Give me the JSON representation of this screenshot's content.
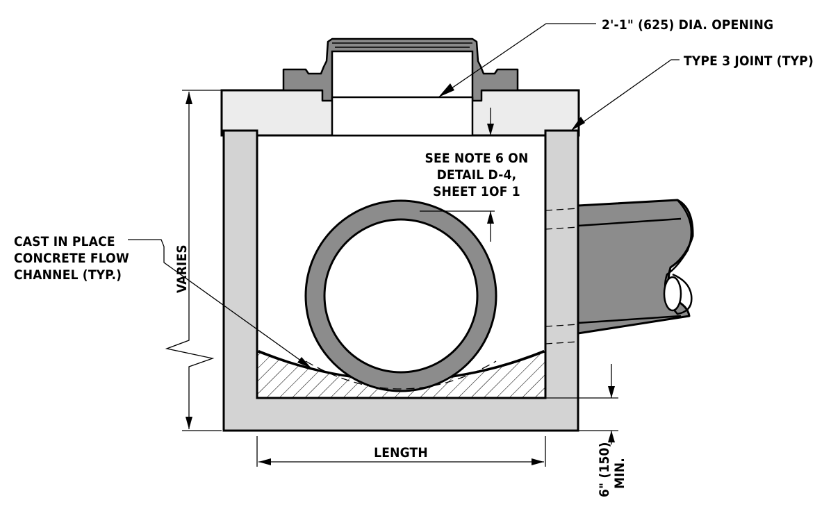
{
  "labels": {
    "opening": "2'-1\" (625) DIA. OPENING",
    "joint": "TYPE 3 JOINT (TYP)",
    "note_line1": "SEE NOTE 6 ON",
    "note_line2": "DETAIL D-4,",
    "note_line3": "SHEET 1OF 1",
    "channel_line1": "CAST IN PLACE",
    "channel_line2": "CONCRETE FLOW",
    "channel_line3": "CHANNEL (TYP.)",
    "varies": "VARIES",
    "length": "LENGTH",
    "min_line1": "6\" (150)",
    "min_line2": "MIN."
  },
  "colors": {
    "concrete": "#d3d3d3",
    "top_slab": "#ececec",
    "frame": "#8a8a8a",
    "pipe": "#8c8c8c",
    "line": "#000000"
  }
}
